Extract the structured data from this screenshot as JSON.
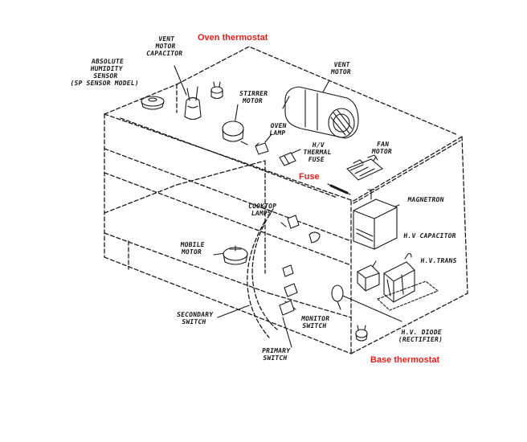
{
  "colors": {
    "ink": "#111111",
    "highlight": "#e8201c",
    "background": "#ffffff"
  },
  "labels": {
    "oven_thermostat": "Oven thermostat",
    "fuse": "Fuse",
    "base_thermostat": "Base thermostat",
    "absolute_humidity_sensor": "ABSOLUTE\nHUMIDITY\nSENSOR\n(SP SENSOR MODEL)",
    "vent_motor_capacitor": "VENT\nMOTOR\nCAPACITOR",
    "stirrer_motor": "STIRRER\nMOTOR",
    "vent_motor": "VENT\nMOTOR",
    "oven_lamp": "OVEN\nLAMP",
    "hv_thermal_fuse": "H/V\nTHERMAL\nFUSE",
    "fan_motor": "FAN\nMOTOR",
    "magnetron": "MAGNETRON",
    "cooktop_lamps": "COOKTOP\nLAMPS",
    "turntable_motor": "MOBILE\nMOTOR",
    "hv_capacitor": "H.V CAPACITOR",
    "hv_transformer": "H.V.TRANS",
    "secondary_switch": "SECONDARY\nSWITCH",
    "monitor_switch": "MONITOR\nSWITCH",
    "primary_switch": "PRIMARY\nSWITCH",
    "hv_diode": "H.V. DIODE\n(RECTIFIER)"
  }
}
